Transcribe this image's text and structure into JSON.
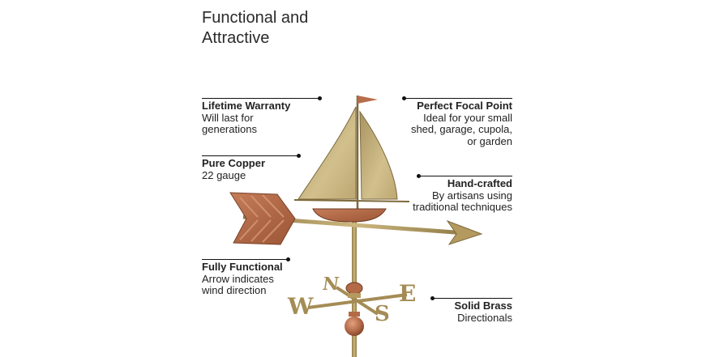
{
  "heading": {
    "line1": "Functional and",
    "line2": "Attractive"
  },
  "callouts": {
    "lifetime_warranty": {
      "title": "Lifetime Warranty",
      "desc_line1": "Will last for",
      "desc_line2": "generations"
    },
    "pure_copper": {
      "title": "Pure Copper",
      "desc_line1": "22 gauge"
    },
    "fully_functional": {
      "title": "Fully Functional",
      "desc_line1": "Arrow indicates",
      "desc_line2": "wind direction"
    },
    "perfect_focal_point": {
      "title": "Perfect Focal Point",
      "desc_line1": "Ideal for your small",
      "desc_line2": "shed, garage, cupola,",
      "desc_line3": "or garden"
    },
    "hand_crafted": {
      "title": "Hand-crafted",
      "desc_line1": "By artisans using",
      "desc_line2": "traditional techniques"
    },
    "solid_brass": {
      "title": "Solid Brass",
      "desc_line1": "Directionals"
    }
  },
  "directionals": {
    "north": "N",
    "south": "S",
    "east": "E",
    "west": "W"
  },
  "colors": {
    "brass": "#b49a5e",
    "brass_dark": "#7d6a3c",
    "copper": "#b86e4c",
    "copper_dark": "#8a4a30",
    "sail": "#c7b27a"
  }
}
